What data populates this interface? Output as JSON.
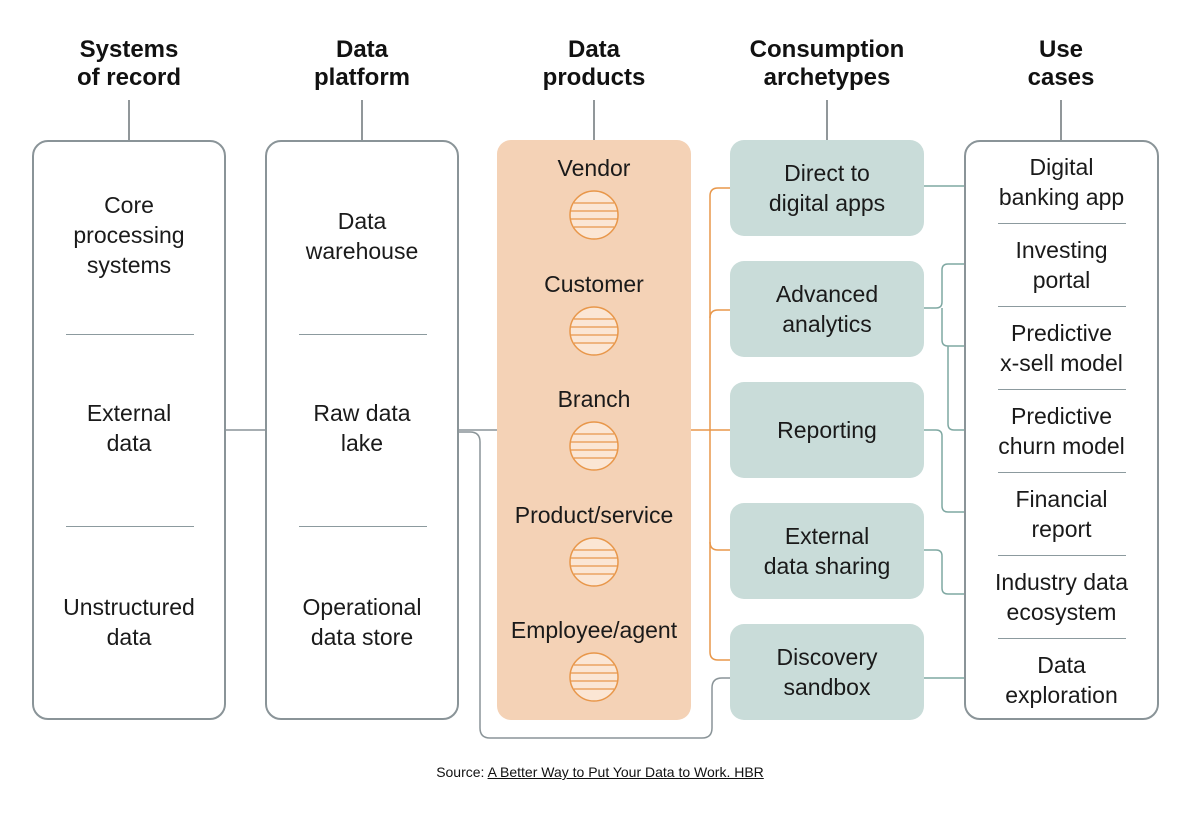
{
  "columns": {
    "systems": {
      "title_line1": "Systems",
      "title_line2": "of record"
    },
    "platform": {
      "title_line1": "Data",
      "title_line2": "platform"
    },
    "products": {
      "title_line1": "Data",
      "title_line2": "products"
    },
    "archetypes": {
      "title_line1": "Consumption",
      "title_line2": "archetypes"
    },
    "usecases": {
      "title_line1": "Use",
      "title_line2": "cases"
    }
  },
  "systems_items": [
    {
      "l1": "Core",
      "l2": "processing",
      "l3": "systems"
    },
    {
      "l1": "External",
      "l2": "data"
    },
    {
      "l1": "Unstructured",
      "l2": "data"
    }
  ],
  "platform_items": [
    {
      "l1": "Data",
      "l2": "warehouse"
    },
    {
      "l1": "Raw data",
      "l2": "lake"
    },
    {
      "l1": "Operational",
      "l2": "data store"
    }
  ],
  "product_items": [
    "Vendor",
    "Customer",
    "Branch",
    "Product/service",
    "Employee/agent"
  ],
  "archetype_items": [
    {
      "l1": "Direct to",
      "l2": "digital apps"
    },
    {
      "l1": "Advanced",
      "l2": "analytics"
    },
    {
      "l1": "Reporting"
    },
    {
      "l1": "External",
      "l2": "data sharing"
    },
    {
      "l1": "Discovery",
      "l2": "sandbox"
    }
  ],
  "usecase_items": [
    {
      "l1": "Digital",
      "l2": "banking app"
    },
    {
      "l1": "Investing",
      "l2": "portal"
    },
    {
      "l1": "Predictive",
      "l2": "x-sell model"
    },
    {
      "l1": "Predictive",
      "l2": "churn model"
    },
    {
      "l1": "Financial",
      "l2": "report"
    },
    {
      "l1": "Industry data",
      "l2": "ecosystem"
    },
    {
      "l1": "Data",
      "l2": "exploration"
    }
  ],
  "source": {
    "prefix": "Source: ",
    "link": "A Better Way to Put Your Data to Work. HBR"
  },
  "colors": {
    "products_fill": "#f4d2b6",
    "archetype_fill": "#c9dcd9",
    "orange_connector": "#e8974a",
    "teal_connector": "#7fa8a2",
    "gray_border": "#8a9498"
  }
}
